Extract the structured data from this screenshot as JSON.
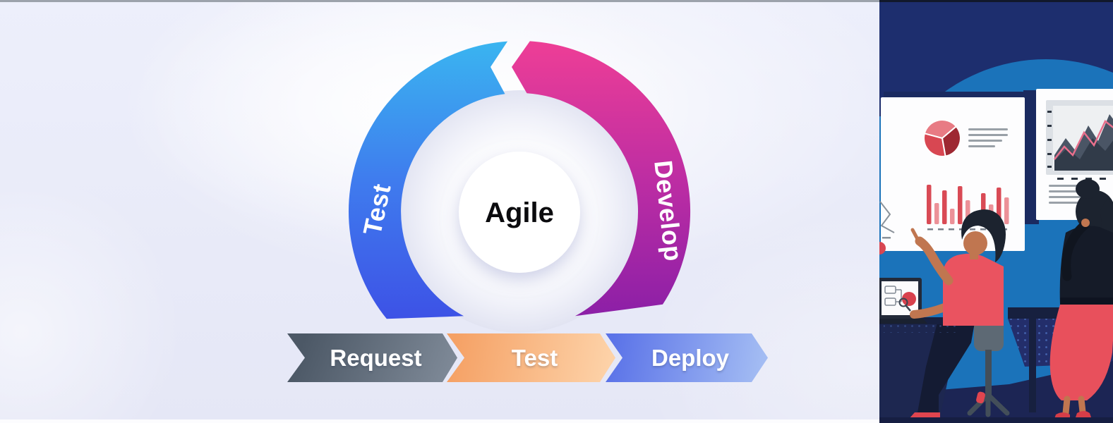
{
  "cycle_diagram": {
    "center_label": "Agile",
    "segments": [
      {
        "label": "Test",
        "color_top": "#3ab5f0",
        "color_bottom": "#3d52e6"
      },
      {
        "label": "Develop",
        "color_top": "#ee3e96",
        "color_bottom": "#8b1fa7"
      }
    ]
  },
  "process_flow": {
    "steps": [
      {
        "label": "Request",
        "color_from": "#4c5866",
        "color_to": "#7e8997"
      },
      {
        "label": "Test",
        "color_from": "#f5a165",
        "color_to": "#fdd2a8"
      },
      {
        "label": "Deploy",
        "color_from": "#5b73e8",
        "color_to": "#a3bcf3"
      }
    ]
  },
  "illustration": {
    "colors": {
      "navy": "#1d2e6e",
      "blue": "#1b73ba",
      "floor_navy": "#1c2554",
      "chart_red": "#d94a55",
      "chart_pink": "#ec9198",
      "shirt_coral": "#ea5360",
      "skirt_coral": "#e8505c",
      "skin": "#c07650",
      "chair_gray": "#5d6974"
    },
    "icons": [
      "pie-chart-icon",
      "bar-chart-icon",
      "line-chart-icon",
      "area-chart-icon",
      "laptop-icon",
      "magnifier-icon",
      "flowchart-icon"
    ]
  }
}
